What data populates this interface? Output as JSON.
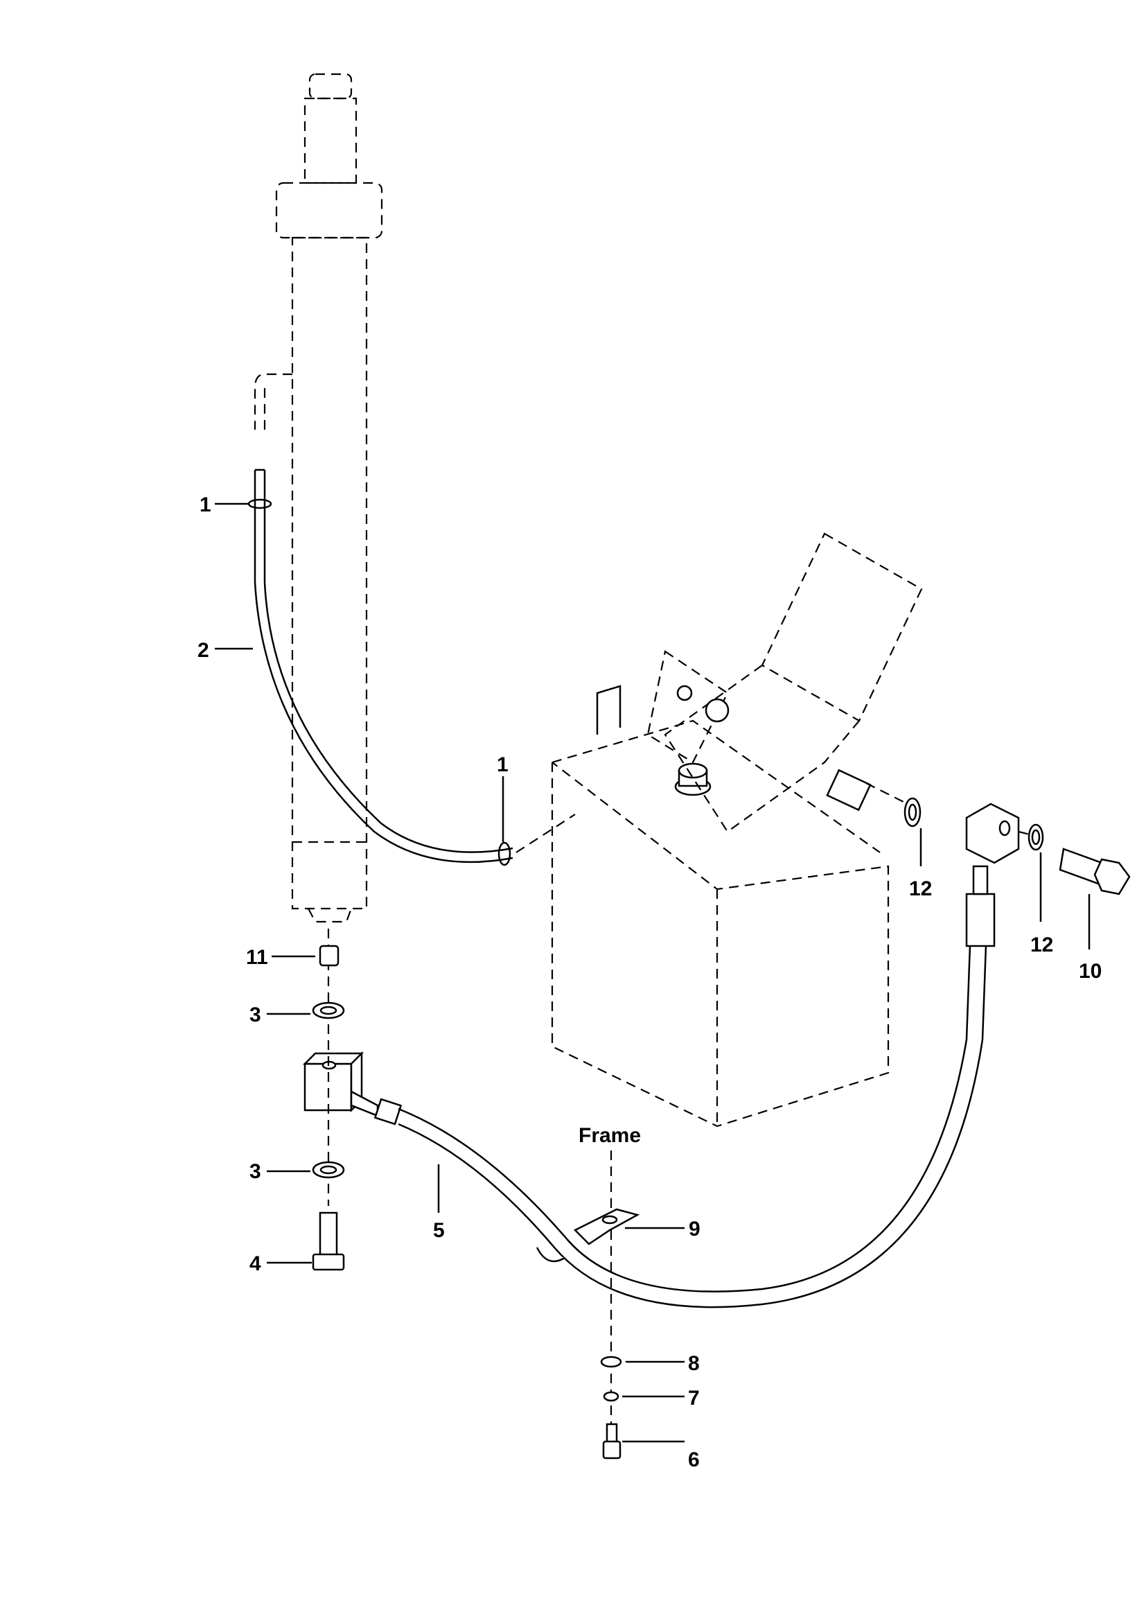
{
  "diagram": {
    "callouts": [
      {
        "id": "c1a",
        "text": "1"
      },
      {
        "id": "c2",
        "text": "2"
      },
      {
        "id": "c1b",
        "text": "1"
      },
      {
        "id": "c12a",
        "text": "12"
      },
      {
        "id": "c12b",
        "text": "12"
      },
      {
        "id": "c10",
        "text": "10"
      },
      {
        "id": "c11",
        "text": "11"
      },
      {
        "id": "c3a",
        "text": "3"
      },
      {
        "id": "c3b",
        "text": "3"
      },
      {
        "id": "c4",
        "text": "4"
      },
      {
        "id": "c5",
        "text": "5"
      },
      {
        "id": "c9",
        "text": "9"
      },
      {
        "id": "c8",
        "text": "8"
      },
      {
        "id": "c7",
        "text": "7"
      },
      {
        "id": "c6",
        "text": "6"
      }
    ],
    "frame_label": "Frame"
  }
}
